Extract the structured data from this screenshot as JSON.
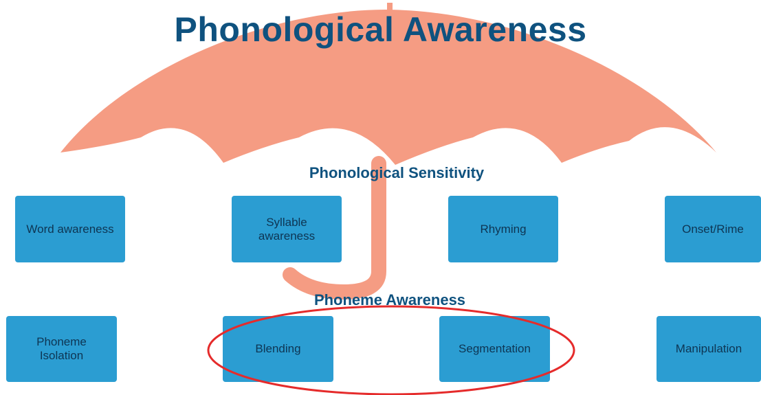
{
  "title": "Phonological Awareness",
  "phonological_sensitivity": {
    "heading": "Phonological Sensitivity",
    "items": [
      "Word awareness",
      "Syllable awareness",
      "Rhyming",
      "Onset/Rime"
    ]
  },
  "phoneme_awareness": {
    "heading": "Phoneme Awareness",
    "items": [
      "Phoneme Isolation",
      "Blending",
      "Segmentation",
      "Manipulation"
    ]
  },
  "colors": {
    "title": "#0f527f",
    "umbrella": "#f59c83",
    "box": "#2b9dd2",
    "box_text": "#0e3553",
    "highlight": "#e52b2b"
  }
}
